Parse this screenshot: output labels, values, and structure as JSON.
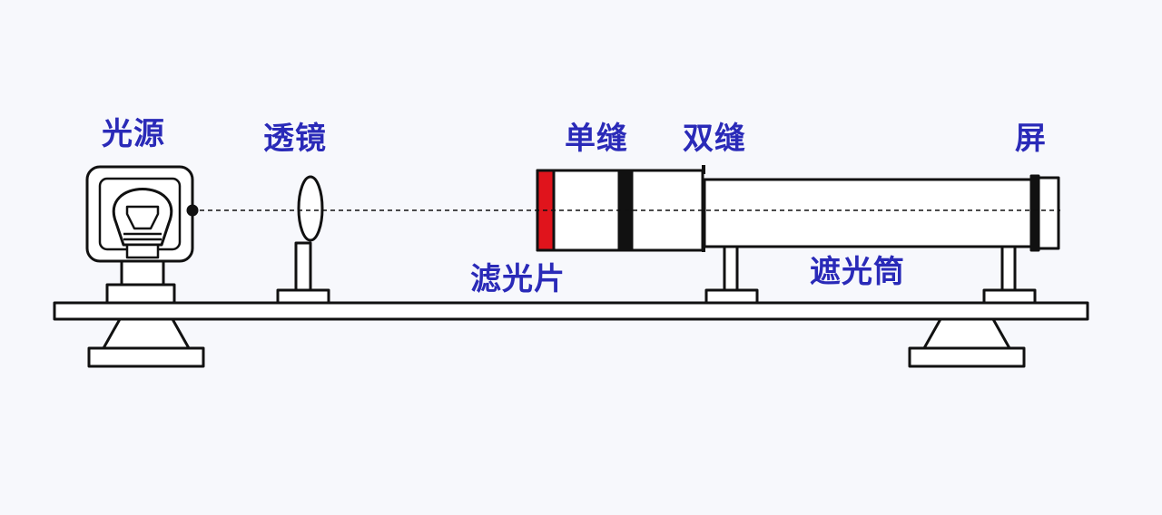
{
  "labels": {
    "light_source": "光源",
    "lens": "透镜",
    "single_slit": "单缝",
    "double_slit": "双缝",
    "screen": "屏",
    "filter": "滤光片",
    "shade_tube": "遮光筒"
  },
  "colors": {
    "label_text": "#2a2ab8",
    "filter": "#e0141c",
    "line": "#111111",
    "background": "#f7f8fc"
  }
}
